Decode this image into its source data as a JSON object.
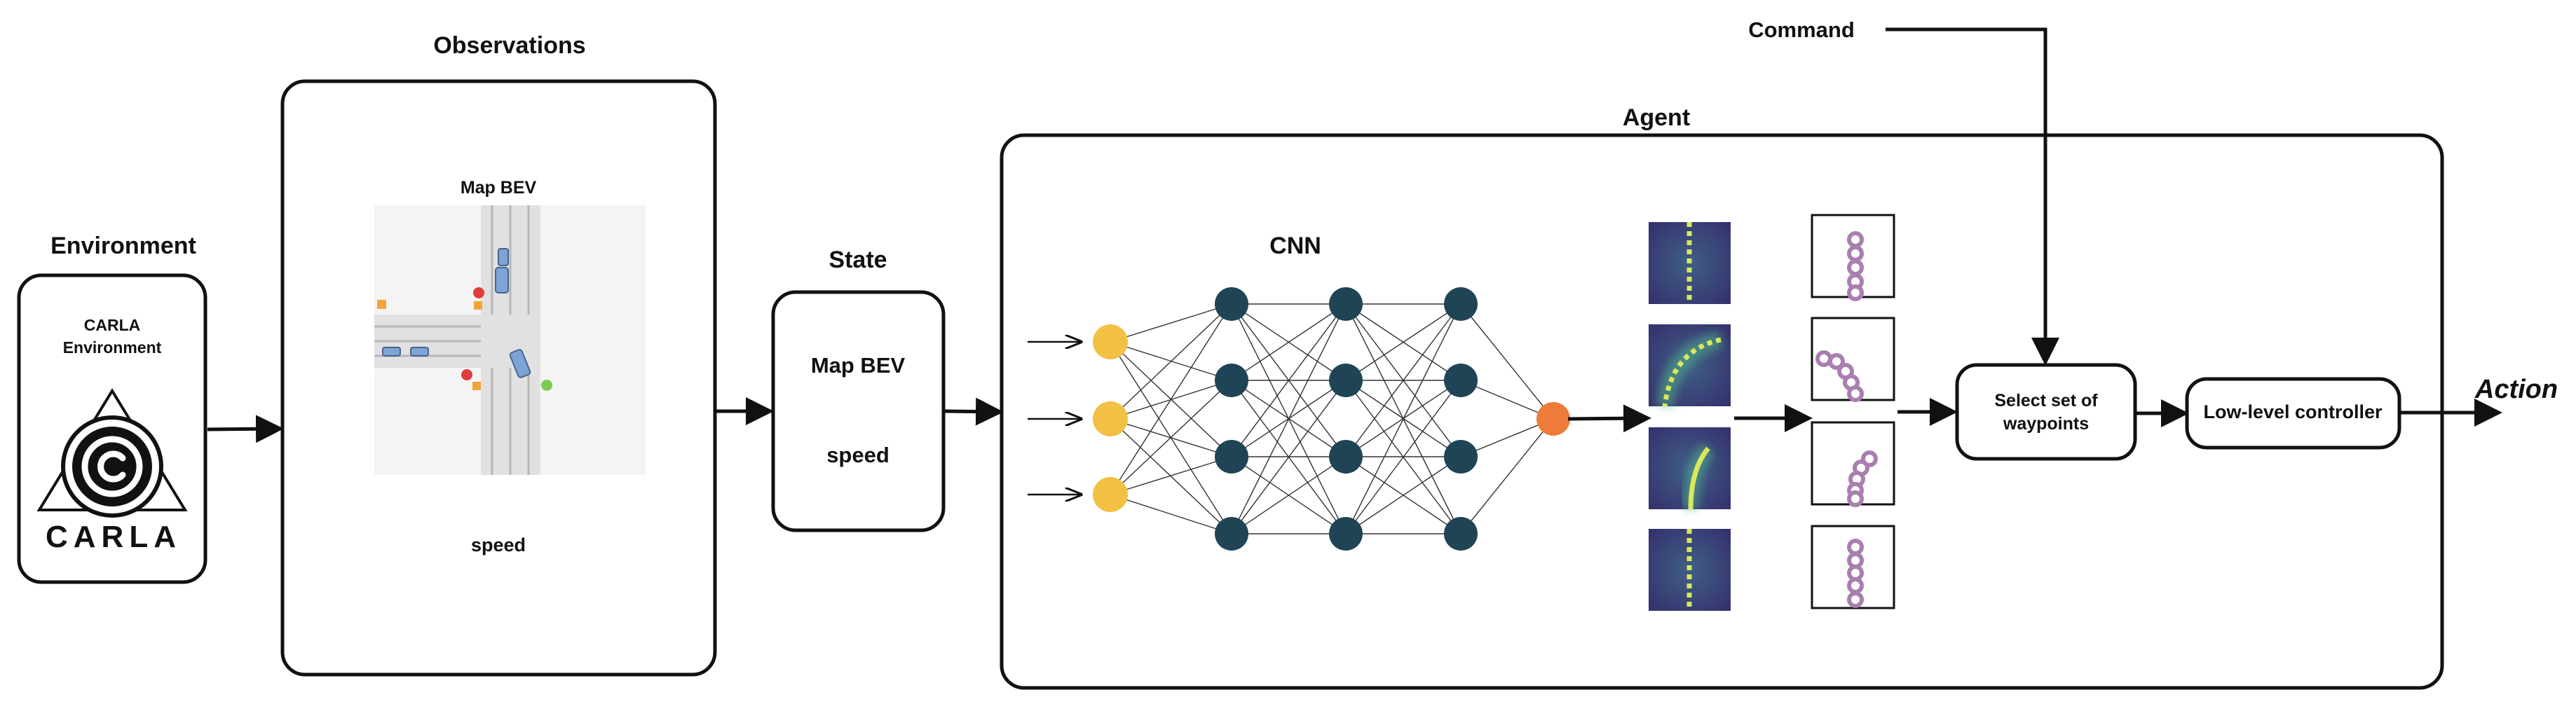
{
  "environment": {
    "title": "Environment",
    "box_label_line1": "CARLA",
    "box_label_line2": "Environment",
    "logo_text": "CARLA"
  },
  "observations": {
    "title": "Observations",
    "map_label": "Map BEV",
    "speed_label": "speed"
  },
  "state": {
    "title": "State",
    "map_label": "Map BEV",
    "speed_label": "speed"
  },
  "agent": {
    "title": "Agent",
    "cnn_label": "CNN",
    "select_line1": "Select set of",
    "select_line2": "waypoints",
    "controller_label": "Low-level controller"
  },
  "command_label": "Command",
  "action_label": "Action",
  "colors": {
    "input_node": "#f2c043",
    "hidden_node": "#1f4455",
    "output_node": "#ef7b3a",
    "waypoint": "#a97fb0",
    "heatmap_dark": "#3b3f7e",
    "heatmap_bright": "#d8e85a",
    "vehicle": "#7ea4d6",
    "red_light": "#e23b3b",
    "orange_light": "#f2a53a",
    "green_light": "#7dcc4f"
  }
}
